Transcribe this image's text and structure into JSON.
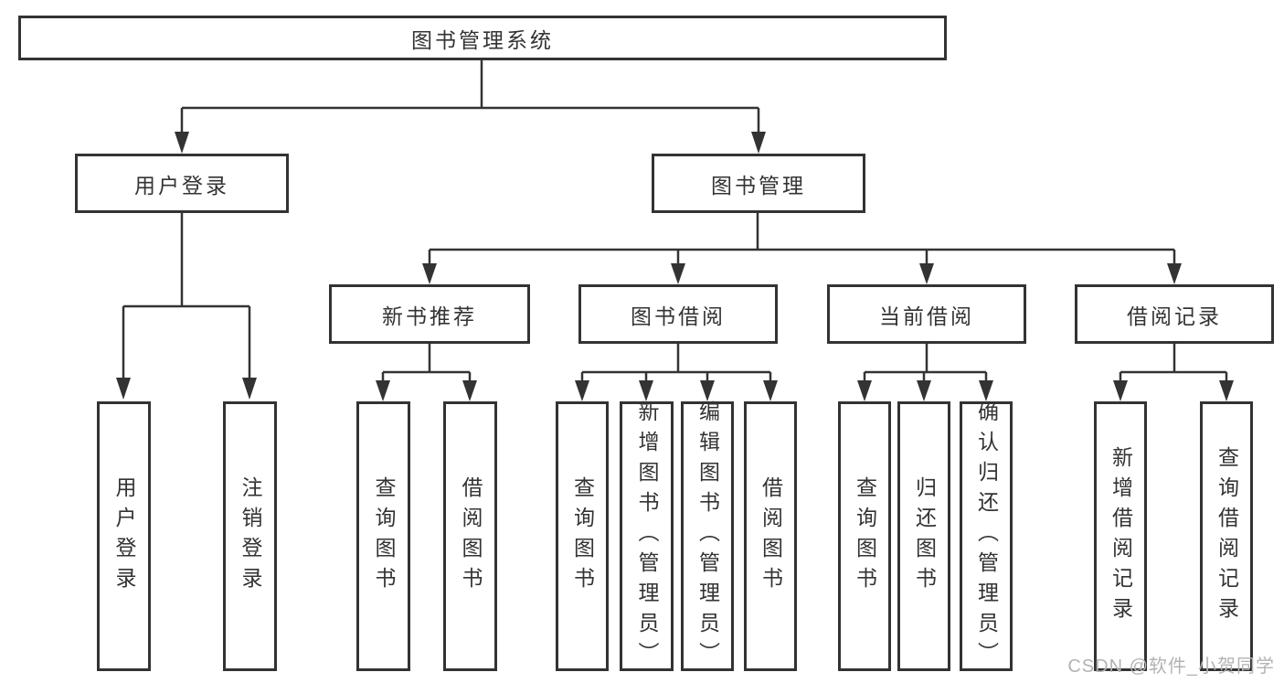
{
  "tree": {
    "root": "图书管理系统",
    "level2": [
      "用户登录",
      "图书管理"
    ],
    "level3": [
      "新书推荐",
      "图书借阅",
      "当前借阅",
      "借阅记录"
    ],
    "leaves": {
      "user_login": [
        "用户登录",
        "注销登录"
      ],
      "new_book": [
        "查询图书",
        "借阅图书"
      ],
      "book_borrow": [
        "查询图书",
        "新增图书（管理员）",
        "编辑图书（管理员）",
        "借阅图书"
      ],
      "current_borrow": [
        "查询图书",
        "归还图书",
        "确认归还（管理员）"
      ],
      "borrow_records": [
        "新增借阅记录",
        "查询借阅记录"
      ]
    }
  },
  "watermark": "CSDN @软件_小贺同学",
  "colors": {
    "line": "#333333",
    "text": "#333333",
    "box_background": "#ffffff",
    "page_background": "#ffffff",
    "watermark": "#b3b3b3"
  }
}
